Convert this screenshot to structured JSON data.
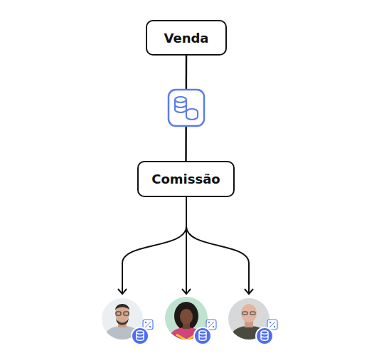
{
  "diagram": {
    "nodes": [
      {
        "text": [
          "Venda"
        ]
      },
      {
        "text": [
          "Comissão"
        ]
      }
    ],
    "edges": [
      {
        "from": 0,
        "to": 1,
        "arrow": "none"
      }
    ]
  }
}
